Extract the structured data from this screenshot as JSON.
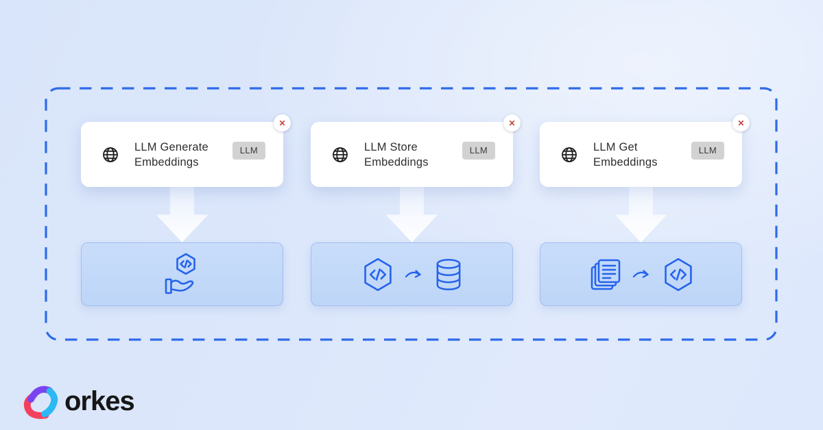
{
  "workflow": {
    "tasks": [
      {
        "line1": "LLM Generate",
        "line2": "Embeddings",
        "badge": "LLM"
      },
      {
        "line1": "LLM Store",
        "line2": "Embeddings",
        "badge": "LLM"
      },
      {
        "line1": "LLM Get",
        "line2": "Embeddings",
        "badge": "LLM"
      }
    ]
  },
  "icons": {
    "close_glyph": "✕",
    "task_icon": "globe-icon",
    "box_icons": [
      "hand-holding-code",
      "code-to-database",
      "documents-to-code"
    ]
  },
  "brand": {
    "name": "orkes"
  },
  "colors": {
    "dashed_border": "#2f6be8",
    "icon_blue": "#2563eb",
    "box_fill": "#c2d9f9",
    "badge_bg": "#d2d2d2",
    "close_x": "#c2453b",
    "background": "#dde8fc",
    "logo_purple": "#7a45f0",
    "logo_pink": "#f4405f",
    "logo_cyan": "#2cb9f2"
  }
}
